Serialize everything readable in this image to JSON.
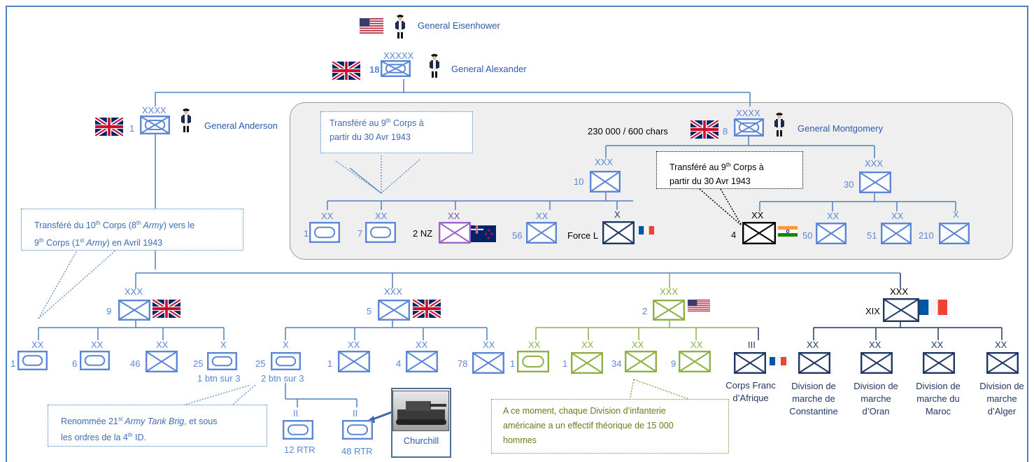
{
  "colors": {
    "blue": "#4f81bd",
    "light_blue": "#5b87d6",
    "navy": "#1f3864",
    "green": "#8db047",
    "purple": "#9966cc",
    "black": "#000000"
  },
  "commanders": {
    "eisenhower": "General Eisenhower",
    "alexander": "General Alexander",
    "anderson": "General Anderson",
    "montgomery": "General Montgomery"
  },
  "echelons": {
    "army_group": "XXXXX",
    "army": "XXXX",
    "corps": "XXX",
    "division": "XX",
    "brigade": "X",
    "regiment": "III",
    "battalion": "II"
  },
  "units": {
    "group_18": "18",
    "army_1": "1",
    "army_8": "8",
    "strength_8": "230 000 / 600 chars",
    "corps_10": "10",
    "corps_30": "30",
    "div_1_arm": "1",
    "div_7_arm": "7",
    "div_2nz": "2 NZ",
    "div_56": "56",
    "force_l": "Force L",
    "div_4": "4",
    "div_50": "50",
    "div_51": "51",
    "brig_210": "210",
    "corps_9": "9",
    "corps_5": "5",
    "corps_2": "2",
    "corps_xix": "XIX",
    "c9_div1": "1",
    "c9_div6": "6",
    "c9_div46": "46",
    "c9_brig25": "25",
    "c9_brig25_note": "1 btn sur 3",
    "c5_brig25": "25",
    "c5_brig25_note": "2 btn sur 3",
    "c5_div1": "1",
    "c5_div4": "4",
    "c5_div78": "78",
    "c2_div1": "1",
    "c2_div1b": "1",
    "c2_div34": "34",
    "c2_div9": "9",
    "corps_franc": "Corps Franc",
    "corps_franc2": "d’Afrique",
    "bn_12": "12 RTR",
    "bn_48": "48 RTR",
    "churchill": "Churchill",
    "div_constantine": [
      "Division de",
      "marche de",
      "Constantine"
    ],
    "div_oran": [
      "Division de",
      "marche",
      "d’Oran"
    ],
    "div_maroc": [
      "Division de",
      "marche du",
      "Maroc"
    ],
    "div_alger": [
      "Division de",
      "marche",
      "d’Alger"
    ]
  },
  "notes": {
    "transfer_9a": "Transféré au 9",
    "transfer_9a_sup": "th",
    "transfer_9b": " Corps à",
    "transfer_9c": "partir du 30 Avr 1943",
    "transfer_10a": "Transféré du 10",
    "transfer_10a_sup": "th",
    "transfer_10b": " Corps (8",
    "transfer_10b_sup": "th",
    "transfer_10c": " Army",
    "transfer_10d": ") vers le",
    "transfer_10e": "9",
    "transfer_10e_sup": "th",
    "transfer_10f": " Corps (1",
    "transfer_10f_sup": "st",
    "transfer_10g": " Army",
    "transfer_10h": ") en Avril 1943",
    "renamed_a": "Renommée 21",
    "renamed_a_sup": "st",
    "renamed_b": " Army Tank Brig",
    "renamed_c": ", et sous",
    "renamed_d": "les ordres de la 4",
    "renamed_d_sup": "th",
    "renamed_e": " ID.",
    "us_div_a": "A ce moment, chaque Division d’infanterie",
    "us_div_b": "américaine a un effectif théorique de 15 000",
    "us_div_c": "hommes"
  },
  "icons": {
    "flag_us": "us-flag-icon",
    "flag_uk": "uk-flag-icon",
    "flag_fr": "france-flag-icon",
    "flag_nz": "new-zealand-flag-icon",
    "flag_in": "india-flag-icon",
    "general": "general-figure-icon",
    "tank": "churchill-tank-photo"
  }
}
